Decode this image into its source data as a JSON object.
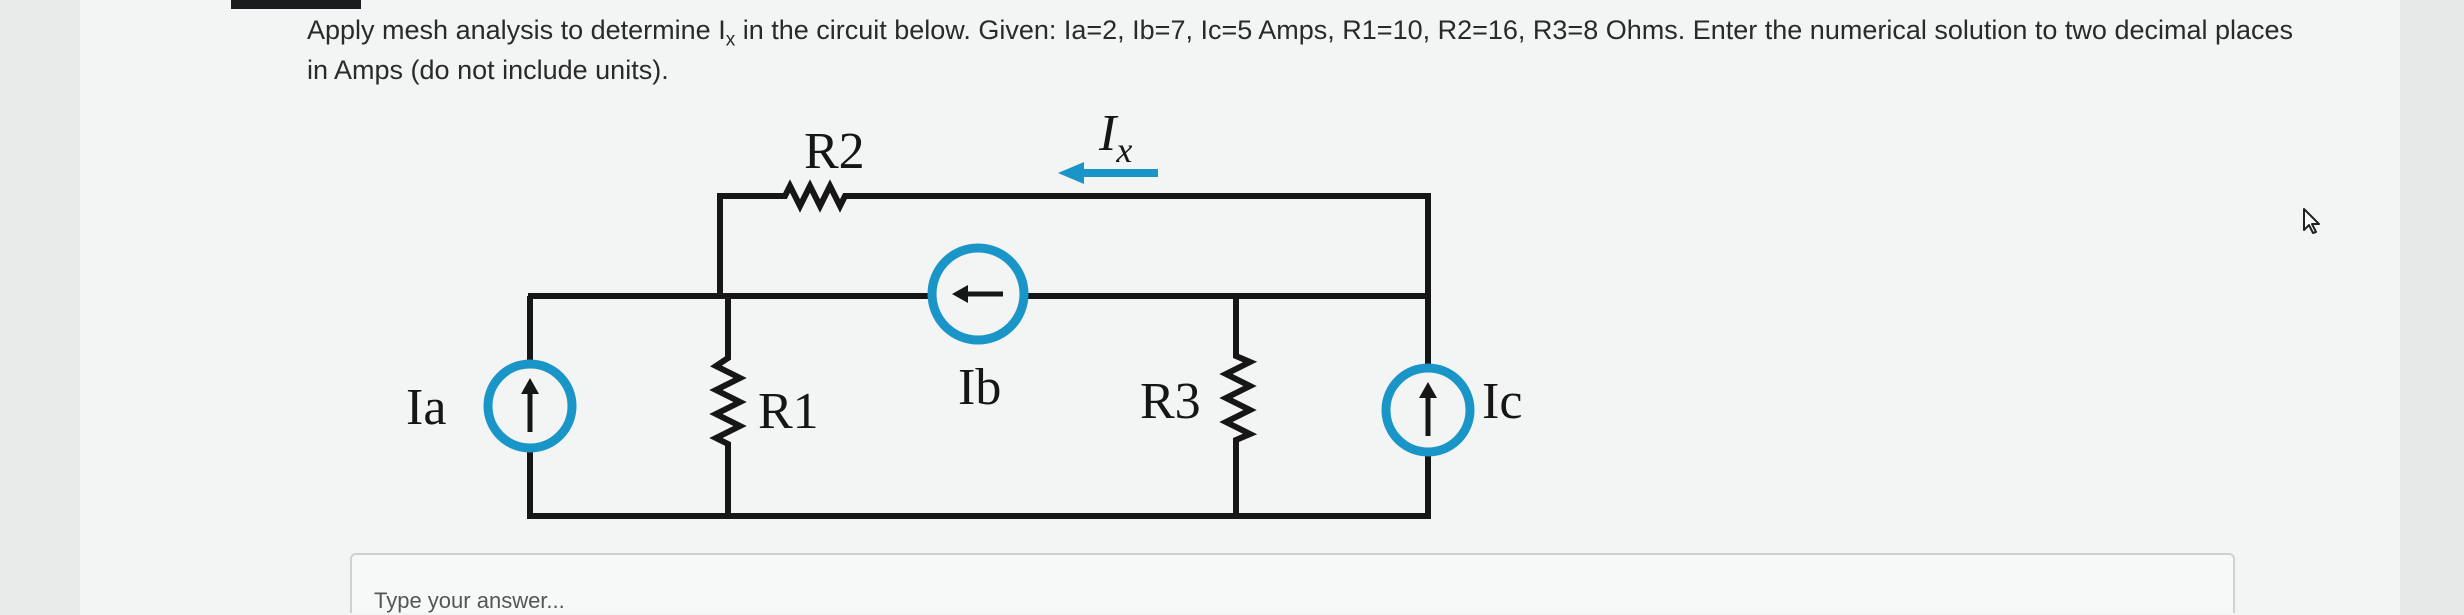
{
  "question": {
    "part1": "Apply mesh analysis to determine I",
    "sub": "x",
    "part2": " in the circuit below. Given: Ia=2, Ib=7, Ic=5 Amps, R1=10, R2=16, R3=8 Ohms.  Enter the numerical solution to two decimal places in Amps (do not include units)."
  },
  "circuit": {
    "labels": {
      "r2": "R2",
      "ix_main": "I",
      "ix_sub": "x",
      "ia": "Ia",
      "r1": "R1",
      "ib": "Ib",
      "r3": "R3",
      "ic": "Ic"
    },
    "wire_color": "#161616",
    "source_color": "#1a95c8"
  },
  "answer": {
    "placeholder": "Type your answer..."
  },
  "icons": {
    "cursor": "mouse-pointer-icon"
  }
}
